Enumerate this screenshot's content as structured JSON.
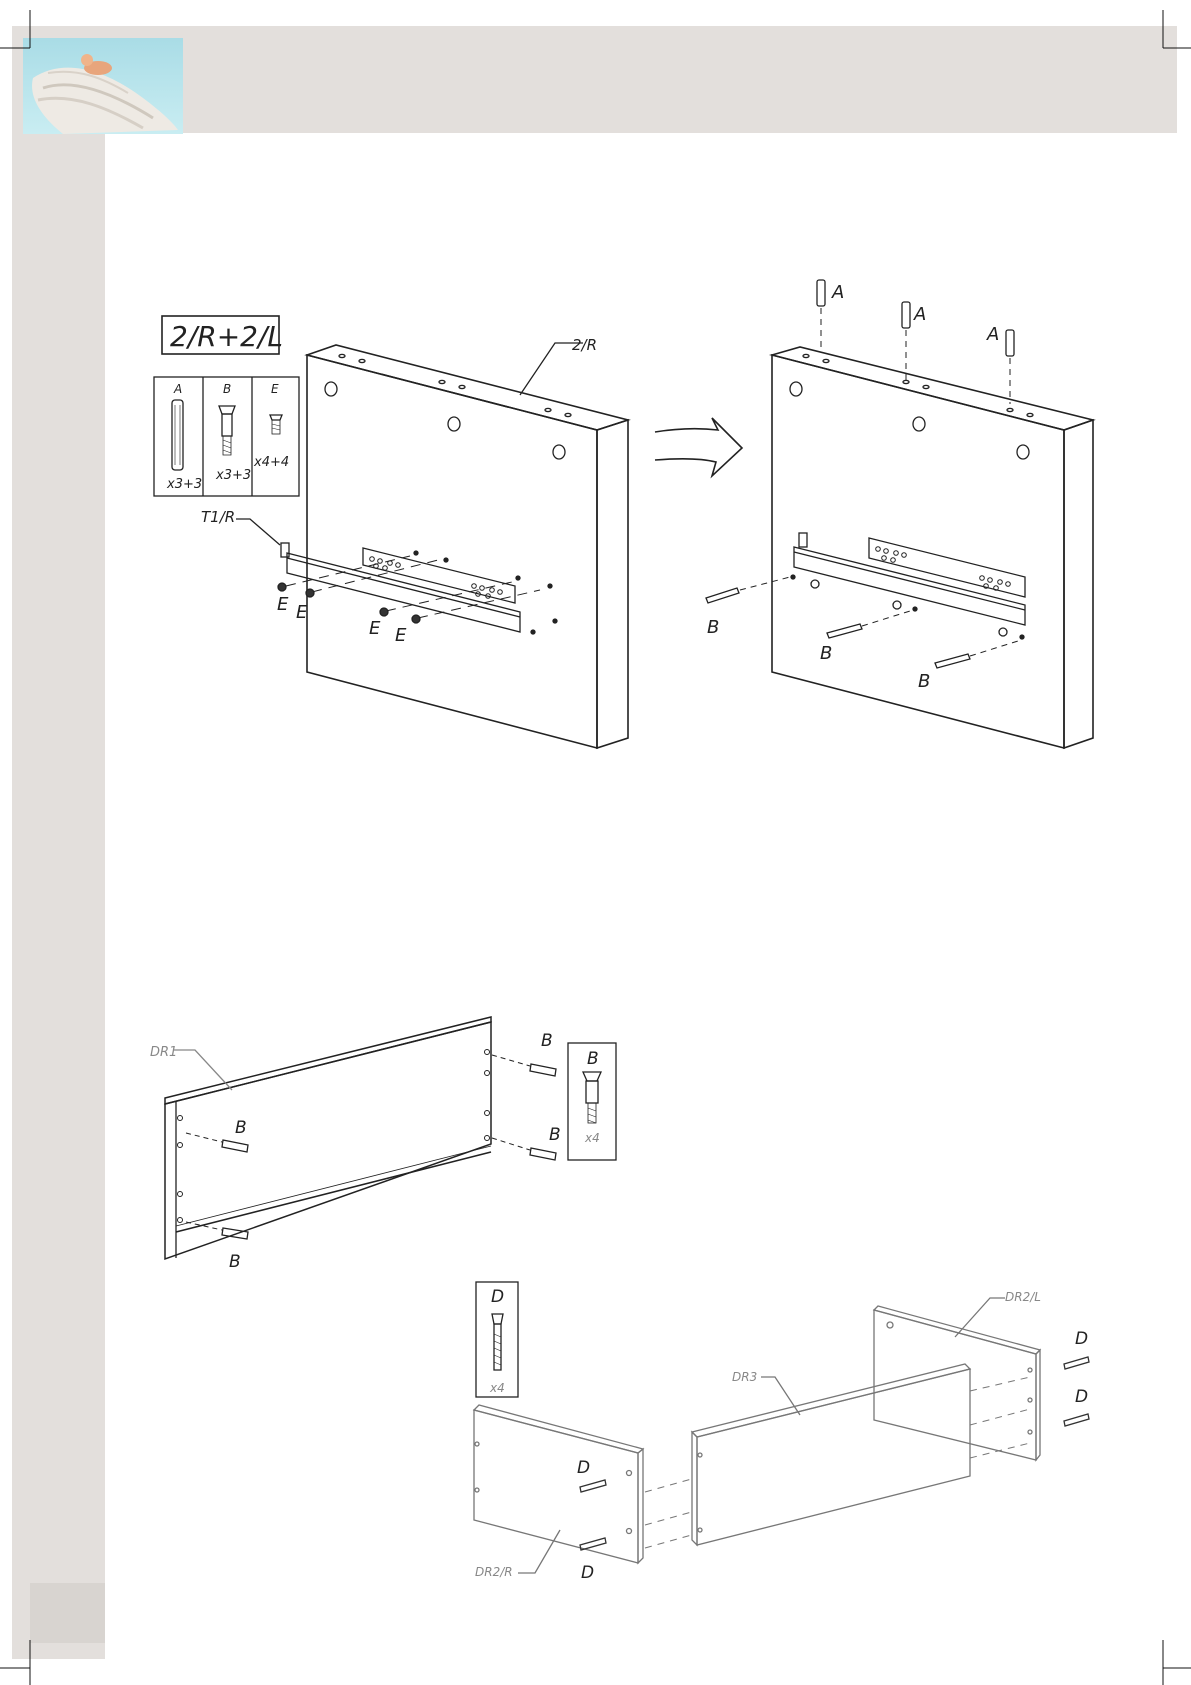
{
  "step1": {
    "qty_label": "2/R+2/L",
    "panel_label": "2/R",
    "runner_label": "T1/R",
    "parts": [
      {
        "letter": "A",
        "count": "x3+3"
      },
      {
        "letter": "B",
        "count": "x3+3"
      },
      {
        "letter": "E",
        "count": "x4+4"
      }
    ],
    "callouts_left": [
      "E",
      "E",
      "E",
      "E"
    ],
    "callouts_right_top": [
      "A",
      "A",
      "A"
    ],
    "callouts_right_side": [
      "B",
      "B",
      "B"
    ]
  },
  "step2": {
    "panel_label": "DR1",
    "callouts": [
      "B",
      "B",
      "B",
      "B"
    ],
    "part": {
      "letter": "B",
      "count": "x4"
    }
  },
  "step3": {
    "part": {
      "letter": "D",
      "count": "x4"
    },
    "labels": {
      "dr2l": "DR2/L",
      "dr3": "DR3",
      "dr2r": "DR2/R"
    },
    "callouts": [
      "D",
      "D",
      "D",
      "D"
    ]
  },
  "colors": {
    "band": "#e3dfdc",
    "line": "#222222",
    "light_line": "#8a8a8a"
  }
}
